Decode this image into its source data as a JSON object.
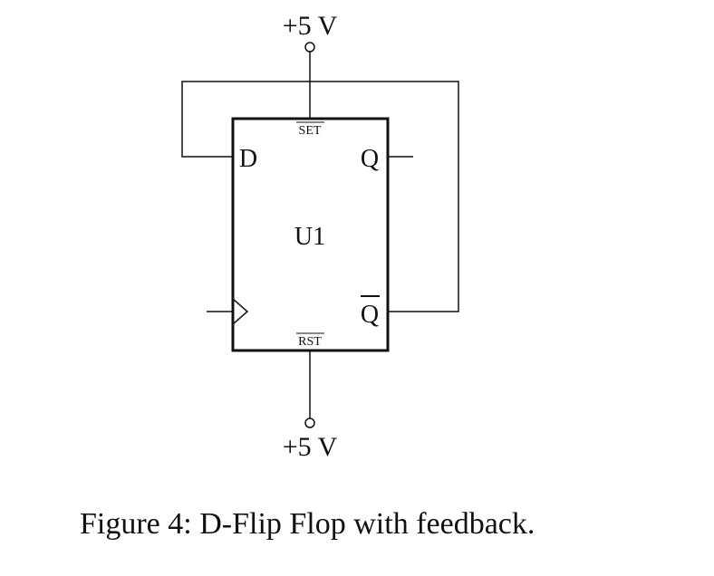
{
  "diagram": {
    "supply_top": "+5 V",
    "supply_bottom": "+5 V",
    "component_name": "U1",
    "pins": {
      "d": "D",
      "q": "Q",
      "q_bar": "Q",
      "set": "SET",
      "rst": "RST"
    },
    "stroke_color": "#111111"
  },
  "caption": "Figure 4: D-Flip Flop with feedback."
}
